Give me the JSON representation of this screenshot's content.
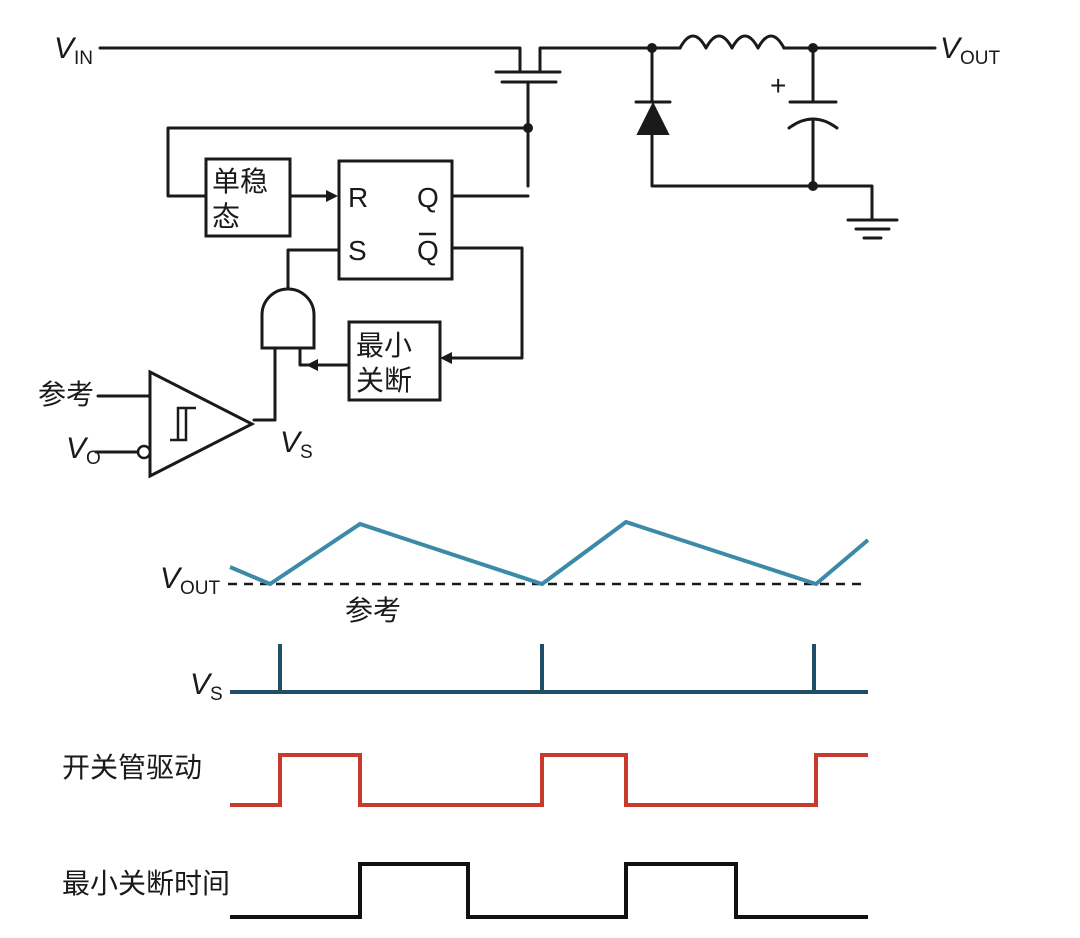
{
  "circuit": {
    "vin_label": "V",
    "vin_sub": "IN",
    "vout_label": "V",
    "vout_sub": "OUT",
    "cap_polarity": "+",
    "monostable_label_1": "单稳",
    "monostable_label_2": "态",
    "flipflop_r": "R",
    "flipflop_s": "S",
    "flipflop_q": "Q",
    "flipflop_qbar": "Q",
    "min_off_label_1": "最小",
    "min_off_label_2": "关断",
    "ref_label": "参考",
    "vo_label": "V",
    "vo_sub": "O",
    "vs_label": "V",
    "vs_sub": "S"
  },
  "timing": {
    "vout_label": "V",
    "vout_sub": "OUT",
    "ref_label": "参考",
    "vs_label": "V",
    "vs_sub": "S",
    "switch_drive_label": "开关管驱动",
    "min_off_time_label": "最小关断时间"
  },
  "colors": {
    "vout_wave": "#3d8aa8",
    "vs_wave": "#1f4e66",
    "drive_wave": "#c83a2e",
    "min_off_wave": "#111111",
    "wires": "#1a1a1a"
  }
}
